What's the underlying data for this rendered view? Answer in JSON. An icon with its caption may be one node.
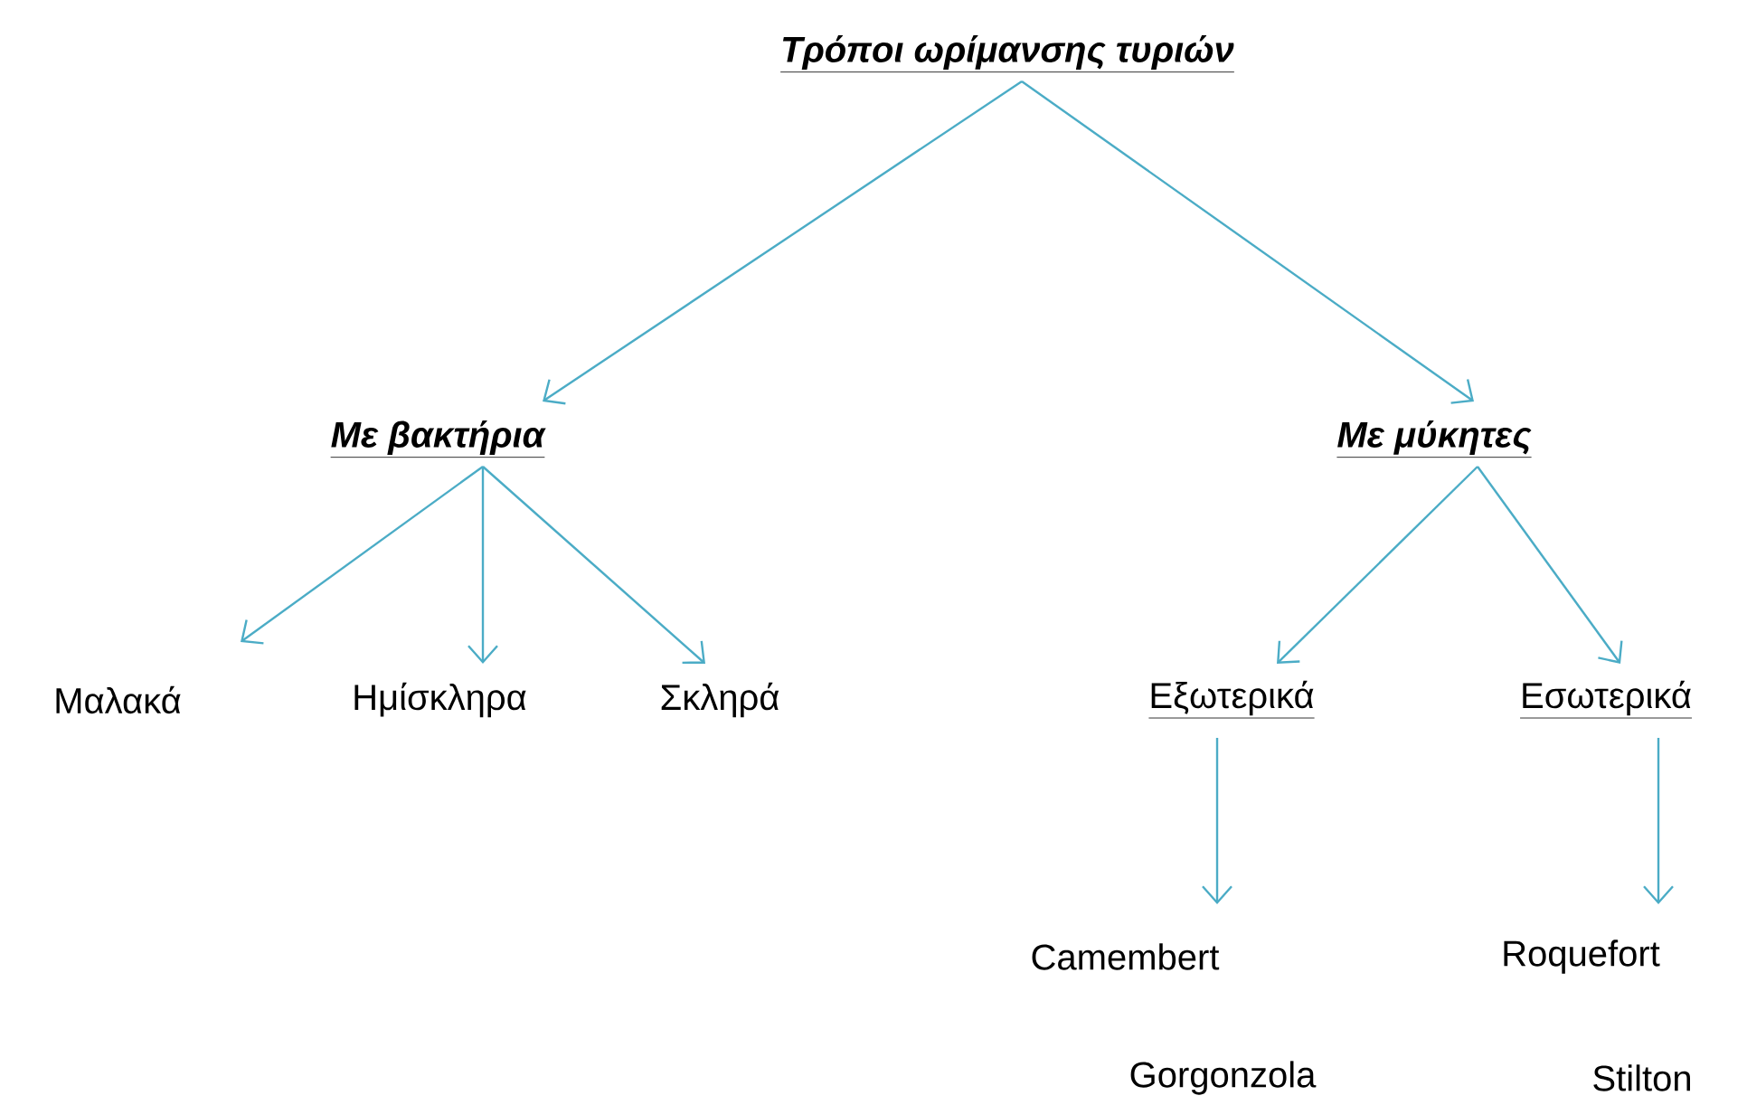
{
  "diagram": {
    "nodes": [
      {
        "text": [
          "Τρόποι ωρίμανσης τυριών"
        ]
      },
      {
        "text": [
          "Με βακτήρια"
        ]
      },
      {
        "text": [
          "Με μύκητες"
        ]
      },
      {
        "text": [
          "Μαλακά"
        ]
      },
      {
        "text": [
          "Ημίσκληρα"
        ]
      },
      {
        "text": [
          "Σκληρά"
        ]
      },
      {
        "text": [
          "Εξωτερικά"
        ]
      },
      {
        "text": [
          "Εσωτερικά"
        ]
      },
      {
        "text": [
          "Camembert"
        ]
      },
      {
        "text": [
          "Roquefort"
        ]
      }
    ],
    "edges": [
      {
        "from": 0,
        "to": 1,
        "arrow": "to"
      },
      {
        "from": 0,
        "to": 2,
        "arrow": "to"
      },
      {
        "from": 1,
        "to": 3,
        "arrow": "to"
      },
      {
        "from": 1,
        "to": 4,
        "arrow": "to"
      },
      {
        "from": 1,
        "to": 5,
        "arrow": "to"
      },
      {
        "from": 2,
        "to": 6,
        "arrow": "to"
      },
      {
        "from": 2,
        "to": 7,
        "arrow": "to"
      },
      {
        "from": 6,
        "to": 8,
        "arrow": "to"
      },
      {
        "from": 7,
        "to": 9,
        "arrow": "to"
      }
    ],
    "labels": [
      "Gorgonzola",
      "Stilton"
    ]
  }
}
